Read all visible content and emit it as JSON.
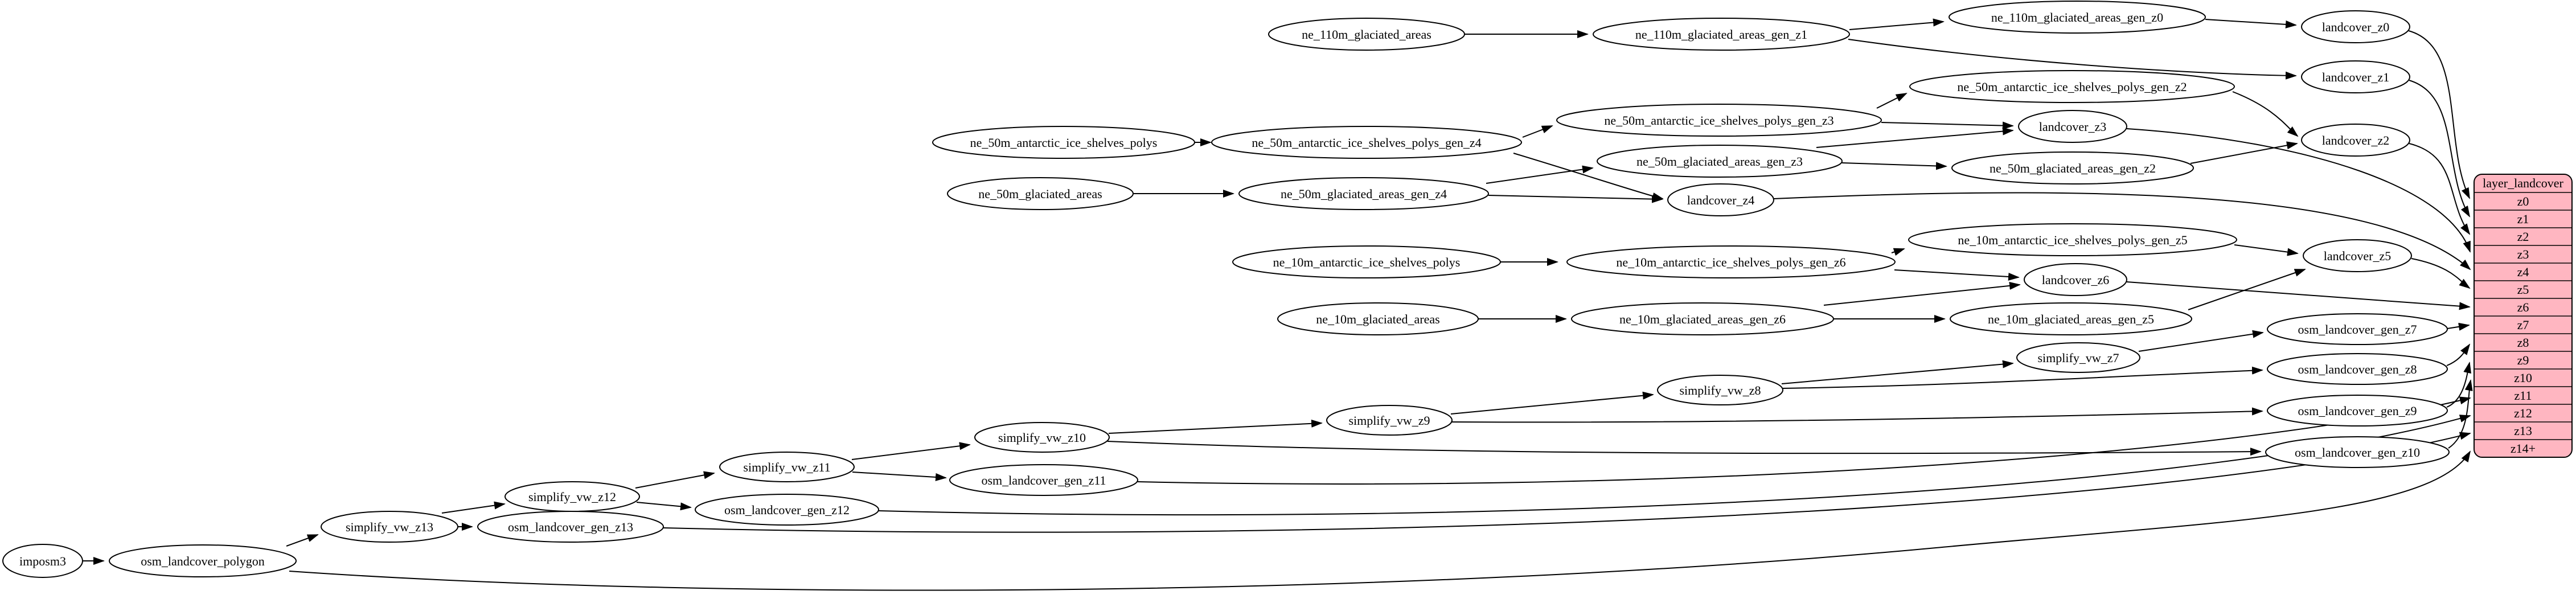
{
  "table": {
    "title": "layer_landcover",
    "rows": [
      "z0",
      "z1",
      "z2",
      "z3",
      "z4",
      "z5",
      "z6",
      "z7",
      "z8",
      "z9",
      "z10",
      "z11",
      "z12",
      "z13",
      "z14+"
    ]
  },
  "colors": {
    "table_fill": "#ffb6c1",
    "node_fill": "#ffffff",
    "edge": "#000000",
    "background": "#ffffff"
  },
  "nodes": [
    {
      "id": "ne_110m_glaciated_areas",
      "label": "ne_110m_glaciated_areas"
    },
    {
      "id": "ne_110m_glaciated_areas_gen_z1",
      "label": "ne_110m_glaciated_areas_gen_z1"
    },
    {
      "id": "ne_110m_glaciated_areas_gen_z0",
      "label": "ne_110m_glaciated_areas_gen_z0"
    },
    {
      "id": "landcover_z0",
      "label": "landcover_z0"
    },
    {
      "id": "landcover_z1",
      "label": "landcover_z1"
    },
    {
      "id": "ne_50m_antarctic_ice_shelves_polys",
      "label": "ne_50m_antarctic_ice_shelves_polys"
    },
    {
      "id": "ne_50m_antarctic_ice_shelves_polys_gen_z4",
      "label": "ne_50m_antarctic_ice_shelves_polys_gen_z4"
    },
    {
      "id": "ne_50m_antarctic_ice_shelves_polys_gen_z3",
      "label": "ne_50m_antarctic_ice_shelves_polys_gen_z3"
    },
    {
      "id": "ne_50m_antarctic_ice_shelves_polys_gen_z2",
      "label": "ne_50m_antarctic_ice_shelves_polys_gen_z2"
    },
    {
      "id": "landcover_z2",
      "label": "landcover_z2"
    },
    {
      "id": "landcover_z3",
      "label": "landcover_z3"
    },
    {
      "id": "ne_50m_glaciated_areas",
      "label": "ne_50m_glaciated_areas"
    },
    {
      "id": "ne_50m_glaciated_areas_gen_z4",
      "label": "ne_50m_glaciated_areas_gen_z4"
    },
    {
      "id": "ne_50m_glaciated_areas_gen_z3",
      "label": "ne_50m_glaciated_areas_gen_z3"
    },
    {
      "id": "ne_50m_glaciated_areas_gen_z2",
      "label": "ne_50m_glaciated_areas_gen_z2"
    },
    {
      "id": "landcover_z4",
      "label": "landcover_z4"
    },
    {
      "id": "ne_10m_antarctic_ice_shelves_polys",
      "label": "ne_10m_antarctic_ice_shelves_polys"
    },
    {
      "id": "ne_10m_antarctic_ice_shelves_polys_gen_z6",
      "label": "ne_10m_antarctic_ice_shelves_polys_gen_z6"
    },
    {
      "id": "ne_10m_antarctic_ice_shelves_polys_gen_z5",
      "label": "ne_10m_antarctic_ice_shelves_polys_gen_z5"
    },
    {
      "id": "landcover_z5",
      "label": "landcover_z5"
    },
    {
      "id": "ne_10m_glaciated_areas",
      "label": "ne_10m_glaciated_areas"
    },
    {
      "id": "ne_10m_glaciated_areas_gen_z6",
      "label": "ne_10m_glaciated_areas_gen_z6"
    },
    {
      "id": "ne_10m_glaciated_areas_gen_z5",
      "label": "ne_10m_glaciated_areas_gen_z5"
    },
    {
      "id": "landcover_z6",
      "label": "landcover_z6"
    },
    {
      "id": "imposm3",
      "label": "imposm3"
    },
    {
      "id": "osm_landcover_polygon",
      "label": "osm_landcover_polygon"
    },
    {
      "id": "simplify_vw_z13",
      "label": "simplify_vw_z13"
    },
    {
      "id": "osm_landcover_gen_z13",
      "label": "osm_landcover_gen_z13"
    },
    {
      "id": "simplify_vw_z12",
      "label": "simplify_vw_z12"
    },
    {
      "id": "osm_landcover_gen_z12",
      "label": "osm_landcover_gen_z12"
    },
    {
      "id": "simplify_vw_z11",
      "label": "simplify_vw_z11"
    },
    {
      "id": "osm_landcover_gen_z11",
      "label": "osm_landcover_gen_z11"
    },
    {
      "id": "simplify_vw_z10",
      "label": "simplify_vw_z10"
    },
    {
      "id": "simplify_vw_z9",
      "label": "simplify_vw_z9"
    },
    {
      "id": "simplify_vw_z8",
      "label": "simplify_vw_z8"
    },
    {
      "id": "simplify_vw_z7",
      "label": "simplify_vw_z7"
    },
    {
      "id": "osm_landcover_gen_z7",
      "label": "osm_landcover_gen_z7"
    },
    {
      "id": "osm_landcover_gen_z8",
      "label": "osm_landcover_gen_z8"
    },
    {
      "id": "osm_landcover_gen_z9",
      "label": "osm_landcover_gen_z9"
    },
    {
      "id": "osm_landcover_gen_z10",
      "label": "osm_landcover_gen_z10"
    }
  ],
  "edges": [
    {
      "from": "ne_110m_glaciated_areas",
      "to": "ne_110m_glaciated_areas_gen_z1"
    },
    {
      "from": "ne_110m_glaciated_areas_gen_z1",
      "to": "ne_110m_glaciated_areas_gen_z0"
    },
    {
      "from": "ne_110m_glaciated_areas_gen_z1",
      "to": "landcover_z1"
    },
    {
      "from": "ne_110m_glaciated_areas_gen_z0",
      "to": "landcover_z0"
    },
    {
      "from": "landcover_z0",
      "to": "layer_landcover.z0"
    },
    {
      "from": "landcover_z1",
      "to": "layer_landcover.z1"
    },
    {
      "from": "ne_50m_antarctic_ice_shelves_polys",
      "to": "ne_50m_antarctic_ice_shelves_polys_gen_z4"
    },
    {
      "from": "ne_50m_antarctic_ice_shelves_polys_gen_z4",
      "to": "ne_50m_antarctic_ice_shelves_polys_gen_z3"
    },
    {
      "from": "ne_50m_antarctic_ice_shelves_polys_gen_z4",
      "to": "landcover_z4"
    },
    {
      "from": "ne_50m_antarctic_ice_shelves_polys_gen_z3",
      "to": "ne_50m_antarctic_ice_shelves_polys_gen_z2"
    },
    {
      "from": "ne_50m_antarctic_ice_shelves_polys_gen_z3",
      "to": "landcover_z3"
    },
    {
      "from": "ne_50m_antarctic_ice_shelves_polys_gen_z2",
      "to": "landcover_z2"
    },
    {
      "from": "ne_50m_glaciated_areas",
      "to": "ne_50m_glaciated_areas_gen_z4"
    },
    {
      "from": "ne_50m_glaciated_areas_gen_z4",
      "to": "ne_50m_glaciated_areas_gen_z3"
    },
    {
      "from": "ne_50m_glaciated_areas_gen_z4",
      "to": "landcover_z4"
    },
    {
      "from": "ne_50m_glaciated_areas_gen_z3",
      "to": "ne_50m_glaciated_areas_gen_z2"
    },
    {
      "from": "ne_50m_glaciated_areas_gen_z3",
      "to": "landcover_z3"
    },
    {
      "from": "ne_50m_glaciated_areas_gen_z2",
      "to": "landcover_z2"
    },
    {
      "from": "landcover_z2",
      "to": "layer_landcover.z2"
    },
    {
      "from": "landcover_z3",
      "to": "layer_landcover.z3"
    },
    {
      "from": "landcover_z4",
      "to": "layer_landcover.z4"
    },
    {
      "from": "ne_10m_antarctic_ice_shelves_polys",
      "to": "ne_10m_antarctic_ice_shelves_polys_gen_z6"
    },
    {
      "from": "ne_10m_antarctic_ice_shelves_polys_gen_z6",
      "to": "ne_10m_antarctic_ice_shelves_polys_gen_z5"
    },
    {
      "from": "ne_10m_antarctic_ice_shelves_polys_gen_z6",
      "to": "landcover_z6"
    },
    {
      "from": "ne_10m_antarctic_ice_shelves_polys_gen_z5",
      "to": "landcover_z5"
    },
    {
      "from": "landcover_z5",
      "to": "layer_landcover.z5"
    },
    {
      "from": "ne_10m_glaciated_areas",
      "to": "ne_10m_glaciated_areas_gen_z6"
    },
    {
      "from": "ne_10m_glaciated_areas_gen_z6",
      "to": "ne_10m_glaciated_areas_gen_z5"
    },
    {
      "from": "ne_10m_glaciated_areas_gen_z6",
      "to": "landcover_z6"
    },
    {
      "from": "ne_10m_glaciated_areas_gen_z5",
      "to": "landcover_z5"
    },
    {
      "from": "landcover_z6",
      "to": "layer_landcover.z6"
    },
    {
      "from": "imposm3",
      "to": "osm_landcover_polygon"
    },
    {
      "from": "osm_landcover_polygon",
      "to": "simplify_vw_z13"
    },
    {
      "from": "osm_landcover_polygon",
      "to": "layer_landcover.z14+"
    },
    {
      "from": "simplify_vw_z13",
      "to": "simplify_vw_z12"
    },
    {
      "from": "simplify_vw_z13",
      "to": "osm_landcover_gen_z13"
    },
    {
      "from": "osm_landcover_gen_z13",
      "to": "layer_landcover.z13"
    },
    {
      "from": "simplify_vw_z12",
      "to": "simplify_vw_z11"
    },
    {
      "from": "simplify_vw_z12",
      "to": "osm_landcover_gen_z12"
    },
    {
      "from": "osm_landcover_gen_z12",
      "to": "layer_landcover.z12"
    },
    {
      "from": "simplify_vw_z11",
      "to": "simplify_vw_z10"
    },
    {
      "from": "simplify_vw_z11",
      "to": "osm_landcover_gen_z11"
    },
    {
      "from": "osm_landcover_gen_z11",
      "to": "layer_landcover.z11"
    },
    {
      "from": "simplify_vw_z10",
      "to": "simplify_vw_z9"
    },
    {
      "from": "simplify_vw_z10",
      "to": "osm_landcover_gen_z10"
    },
    {
      "from": "osm_landcover_gen_z10",
      "to": "layer_landcover.z10"
    },
    {
      "from": "simplify_vw_z9",
      "to": "simplify_vw_z8"
    },
    {
      "from": "simplify_vw_z9",
      "to": "osm_landcover_gen_z9"
    },
    {
      "from": "osm_landcover_gen_z9",
      "to": "layer_landcover.z9"
    },
    {
      "from": "simplify_vw_z8",
      "to": "simplify_vw_z7"
    },
    {
      "from": "simplify_vw_z8",
      "to": "osm_landcover_gen_z8"
    },
    {
      "from": "osm_landcover_gen_z8",
      "to": "layer_landcover.z8"
    },
    {
      "from": "simplify_vw_z7",
      "to": "osm_landcover_gen_z7"
    },
    {
      "from": "osm_landcover_gen_z7",
      "to": "layer_landcover.z7"
    }
  ]
}
